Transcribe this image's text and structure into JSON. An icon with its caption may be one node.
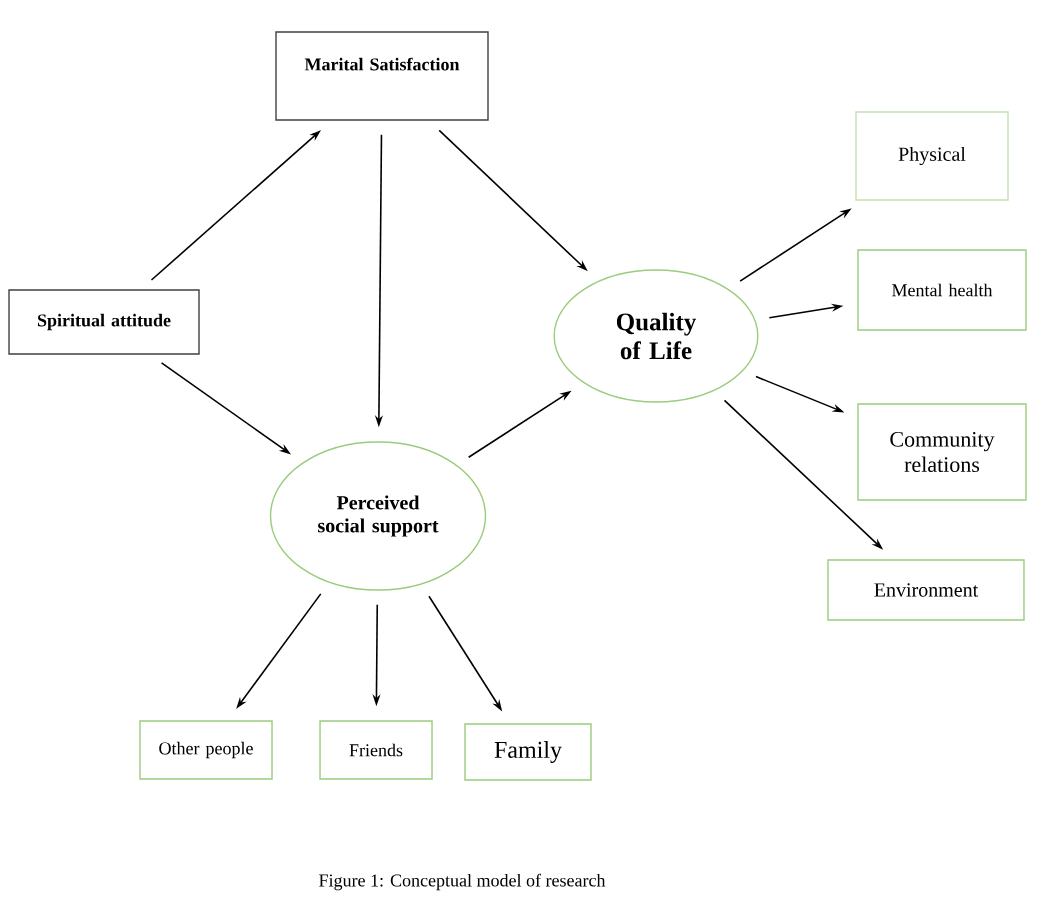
{
  "diagram": {
    "caption": "Figure 1: Conceptual model of research",
    "nodes": [
      {
        "text": [
          "Marital Satisfaction"
        ]
      },
      {
        "text": [
          "Spiritual attitude"
        ]
      },
      {
        "text": [
          "Quality of Life"
        ]
      },
      {
        "text": [
          "Perceived social support"
        ]
      },
      {
        "text": [
          "Physical"
        ]
      },
      {
        "text": [
          "Mental health"
        ]
      },
      {
        "text": [
          "Community relations"
        ]
      },
      {
        "text": [
          "Environment"
        ]
      },
      {
        "text": [
          "Other people"
        ]
      },
      {
        "text": [
          "Friends"
        ]
      },
      {
        "text": [
          "Family"
        ]
      }
    ],
    "edges": [
      {
        "from": 1,
        "to": 0,
        "arrow": "to"
      },
      {
        "from": 1,
        "to": 3,
        "arrow": "to"
      },
      {
        "from": 0,
        "to": 3,
        "arrow": "to"
      },
      {
        "from": 0,
        "to": 2,
        "arrow": "to"
      },
      {
        "from": 3,
        "to": 2,
        "arrow": "to"
      },
      {
        "from": 2,
        "to": 4,
        "arrow": "to"
      },
      {
        "from": 2,
        "to": 5,
        "arrow": "to"
      },
      {
        "from": 2,
        "to": 6,
        "arrow": "to"
      },
      {
        "from": 2,
        "to": 7,
        "arrow": "to"
      },
      {
        "from": 3,
        "to": 8,
        "arrow": "to"
      },
      {
        "from": 3,
        "to": 9,
        "arrow": "to"
      },
      {
        "from": 3,
        "to": 10,
        "arrow": "to"
      }
    ]
  }
}
